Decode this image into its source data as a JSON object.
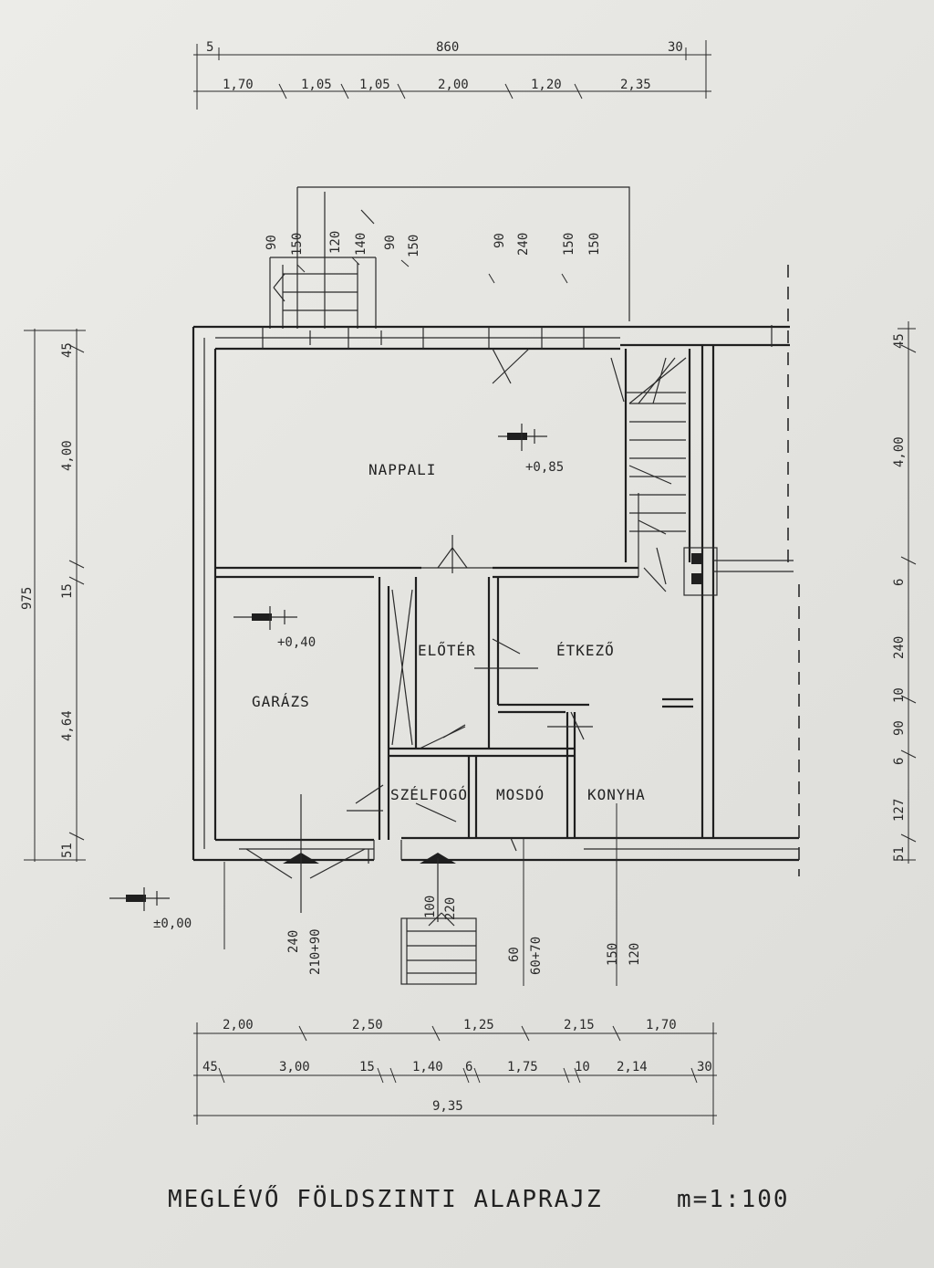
{
  "title": "MEGLÉVŐ FÖLDSZINTI ALAPRAJZ",
  "scale": "m=1:100",
  "rooms": {
    "nappali": "NAPPALI",
    "garazs": "GARÁZS",
    "eloter": "ELŐTÉR",
    "etkezo": "ÉTKEZŐ",
    "szelfogo": "SZÉLFOGÓ",
    "mosdo": "MOSDÓ",
    "konyha": "KONYHA"
  },
  "levels": {
    "nappali": "+0,85",
    "garazs": "+0,40",
    "ground": "±0,00"
  },
  "top_dims": {
    "overall": [
      "5",
      "860",
      "30"
    ],
    "segments": [
      "1,70",
      "1,05",
      "1,05",
      "2,00",
      "1,20",
      "2,35"
    ]
  },
  "window_dims": [
    "90",
    "150",
    "120",
    "140",
    "90",
    "150",
    "90",
    "240",
    "150",
    "150"
  ],
  "left_dims": [
    "45",
    "4,00",
    "15",
    "4,64",
    "51"
  ],
  "left_total": "975",
  "right_dims": [
    "45",
    "4,00",
    "6",
    "240",
    "10",
    "90",
    "6",
    "127",
    "51"
  ],
  "bottom_opening_dims": [
    "240",
    "210+90",
    "100",
    "220",
    "60",
    "60+70",
    "150",
    "120"
  ],
  "bottom_dims": {
    "row1": [
      "2,00",
      "2,50",
      "1,25",
      "2,15",
      "1,70"
    ],
    "row2": [
      "45",
      "3,00",
      "15",
      "1,40",
      "6",
      "1,75",
      "10",
      "2,14",
      "30"
    ],
    "total": "9,35"
  }
}
